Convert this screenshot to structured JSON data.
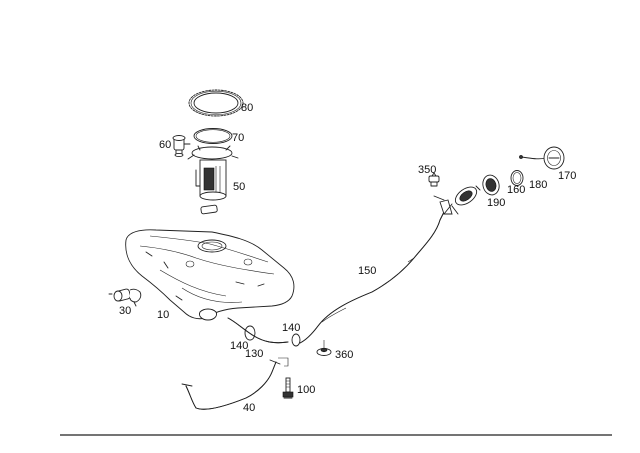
{
  "parts": [
    {
      "id": "p80",
      "label": "80"
    },
    {
      "id": "p70",
      "label": "70"
    },
    {
      "id": "p60",
      "label": "60"
    },
    {
      "id": "p50",
      "label": "50"
    },
    {
      "id": "p350",
      "label": "350"
    },
    {
      "id": "p170",
      "label": "170"
    },
    {
      "id": "p180",
      "label": "180"
    },
    {
      "id": "p160",
      "label": "160"
    },
    {
      "id": "p190",
      "label": "190"
    },
    {
      "id": "p150",
      "label": "150"
    },
    {
      "id": "p30",
      "label": "30"
    },
    {
      "id": "p10",
      "label": "10"
    },
    {
      "id": "p140a",
      "label": "140"
    },
    {
      "id": "p140b",
      "label": "140"
    },
    {
      "id": "p130",
      "label": "130"
    },
    {
      "id": "p360",
      "label": "360"
    },
    {
      "id": "p100",
      "label": "100"
    },
    {
      "id": "p40",
      "label": "40"
    }
  ]
}
